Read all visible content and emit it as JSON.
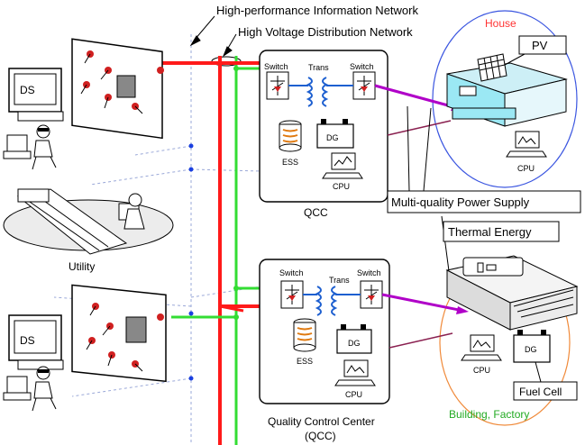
{
  "labels": {
    "info_network": "High-performance Information Network",
    "hv_network": "High Voltage Distribution Network",
    "house": "House",
    "pv": "PV",
    "cpu": "CPU",
    "ds": "DS",
    "utility": "Utility",
    "switch": "Switch",
    "trans": "Trans",
    "ess": "ESS",
    "dg": "DG",
    "qcc": "QCC",
    "multi_quality": "Multi-quality Power Supply",
    "thermal": "Thermal Energy",
    "fuel_cell": "Fuel Cell",
    "building": "Building, Factory",
    "qcc_full_1": "Quality Control Center",
    "qcc_full_2": "(QCC)"
  },
  "colors": {
    "power_line": "#ff1a1a",
    "info_line": "#33dd33",
    "feeder": "#b000c8",
    "house_circle": "#3b56e0",
    "building_circle": "#f08a3a",
    "house_text": "#ff3333",
    "building_text": "#22aa22",
    "ess_coil": "#e07a10",
    "dot": "#1a3fe0"
  }
}
